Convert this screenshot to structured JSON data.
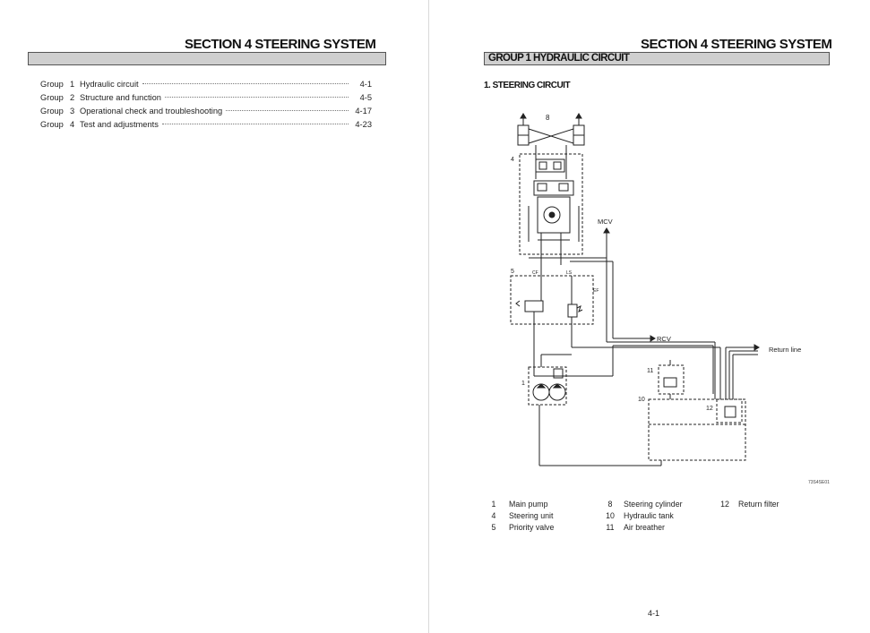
{
  "left_page": {
    "section_title": "SECTION  4  STEERING SYSTEM",
    "toc": [
      {
        "group": "Group",
        "num": "1",
        "title": "Hydraulic circuit",
        "page": "4-1"
      },
      {
        "group": "Group",
        "num": "2",
        "title": "Structure and function",
        "page": "4-5"
      },
      {
        "group": "Group",
        "num": "3",
        "title": "Operational check and troubleshooting",
        "page": "4-17"
      },
      {
        "group": "Group",
        "num": "4",
        "title": "Test and adjustments",
        "page": "4-23"
      }
    ]
  },
  "right_page": {
    "section_title": "SECTION  4  STEERING SYSTEM",
    "group_title": "GROUP  1  HYDRAULIC CIRCUIT",
    "subheading": "1. STEERING CIRCUIT",
    "diagram_labels": {
      "mcv": "MCV",
      "rcv": "RCV",
      "return_line": "Return line",
      "n1": "1",
      "n4": "4",
      "n5": "5",
      "n8": "8",
      "n10": "10",
      "n11": "11",
      "n12": "12",
      "cf": "CF",
      "ls": "LS",
      "ef": "EF"
    },
    "figure_code": "73S4SE01",
    "legend": [
      [
        {
          "num": "1",
          "label": "Main pump"
        },
        {
          "num": "4",
          "label": "Steering unit"
        },
        {
          "num": "5",
          "label": "Priority valve"
        }
      ],
      [
        {
          "num": "8",
          "label": "Steering cylinder"
        },
        {
          "num": "10",
          "label": "Hydraulic tank"
        },
        {
          "num": "11",
          "label": "Air breather"
        }
      ],
      [
        {
          "num": "12",
          "label": "Return filter"
        }
      ]
    ],
    "page_number": "4-1"
  }
}
